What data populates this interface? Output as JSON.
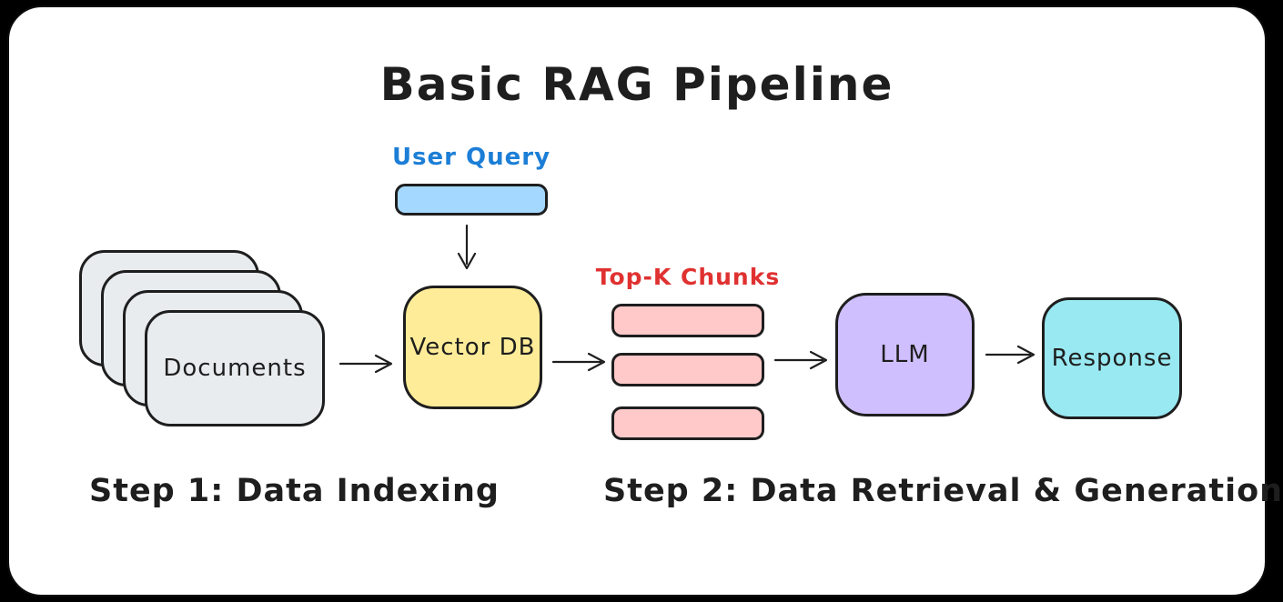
{
  "title": "Basic RAG Pipeline",
  "colors": {
    "outer_bg": "#000000",
    "canvas_bg": "#ffffff",
    "stroke": "#1e1e1e",
    "user_query_fill": "#a5d8ff",
    "user_query_text": "#1c7ed6",
    "vector_db_fill": "#ffec99",
    "chunks_fill": "#ffc9c9",
    "chunks_label_color": "#e03131",
    "llm_fill": "#d0bfff",
    "response_fill": "#99e9f2",
    "documents_fill": "#e9ecef"
  },
  "nodes": {
    "user_query": {
      "label": "User Query"
    },
    "documents": {
      "label": "Documents",
      "stack_count": 4
    },
    "chunks": {
      "label": "Top-K Chunks",
      "bar_count": 3
    },
    "vector_db": {
      "label": "Vector DB"
    },
    "llm": {
      "label": "LLM"
    },
    "response": {
      "label": "Response"
    }
  },
  "captions": {
    "step1": "Step 1: Data Indexing",
    "step2": "Step 2: Data Retrieval & Generation"
  }
}
